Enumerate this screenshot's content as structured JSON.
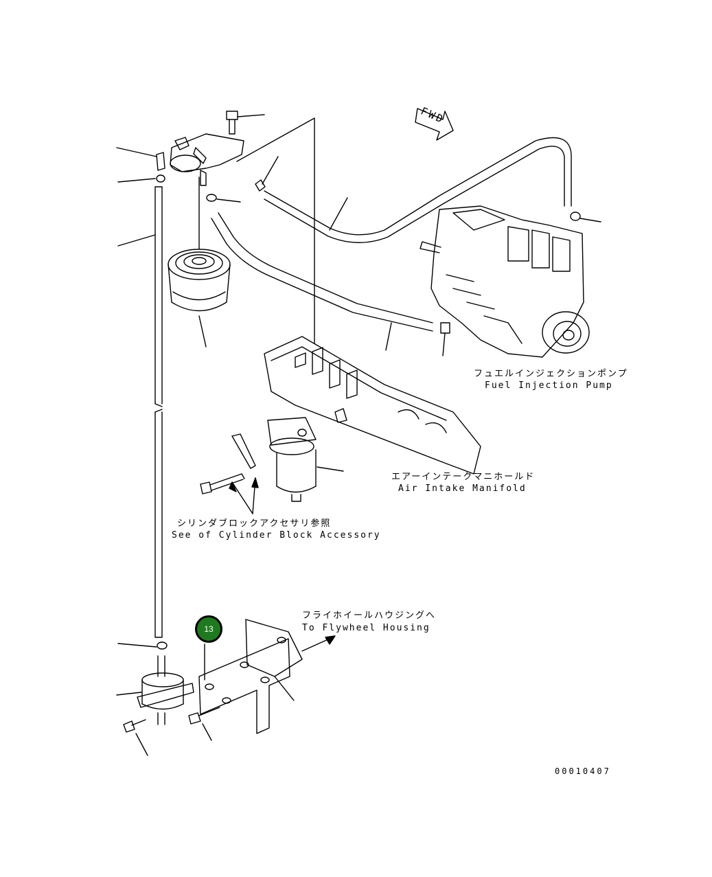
{
  "labels": {
    "fwd": "FWD",
    "pump_jp": "フュエルインジェクションポンプ",
    "pump_en": "Fuel Injection Pump",
    "manifold_jp": "エアーインテークマニホールド",
    "manifold_en": "Air Intake Manifold",
    "cylinder_jp": "シリンダブロックアクセサリ参照",
    "cylinder_en": "See of Cylinder Block Accessory",
    "flywheel_jp": "フライホイールハウジングへ",
    "flywheel_en": "To Flywheel Housing"
  },
  "callout": {
    "number": "13",
    "color": "#1f7a1f"
  },
  "drawing_code": "00010407"
}
